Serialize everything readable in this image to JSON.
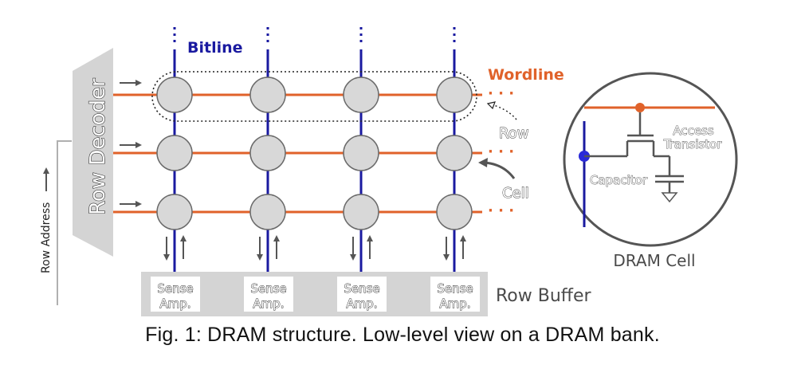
{
  "labels": {
    "bitline": "Bitline",
    "wordline": "Wordline",
    "row": "Row",
    "cell": "Cell",
    "row_decoder": "Row Decoder",
    "row_address": "Row Address",
    "row_buffer": "Row Buffer",
    "sense_amp_line1": "Sense",
    "sense_amp_line2": "Amp.",
    "dram_cell": "DRAM Cell",
    "access_line1": "Access",
    "access_line2": "Transistor",
    "capacitor": "Capacitor",
    "ellipsis": "· · ·"
  },
  "caption": "Fig. 1: DRAM structure. Low-level view on a DRAM bank.",
  "colors": {
    "bitline": "#1a1aa0",
    "wordline": "#e0622a",
    "cell_fill": "#d8d8d8",
    "decoder_fill": "#d4d4d4",
    "buffer_fill": "#d4d4d4",
    "label_gray": "#4a4a4a",
    "vcc_dot": "#2a2ad8"
  },
  "icons": [
    "right-arrow-icon",
    "up-down-arrows-icon",
    "curved-arrow-icon",
    "ground-icon"
  ]
}
